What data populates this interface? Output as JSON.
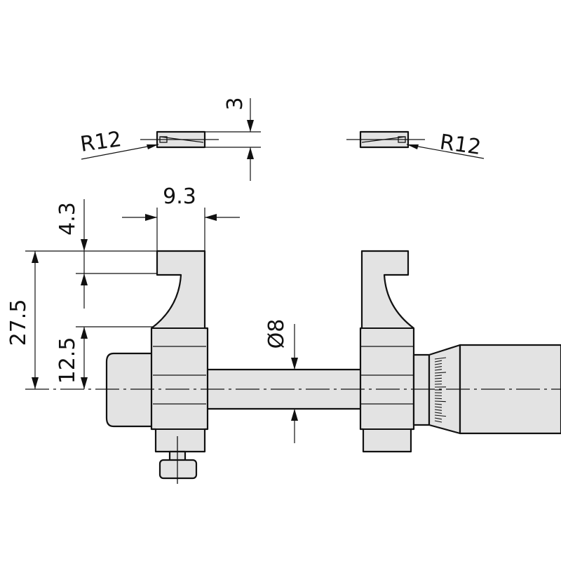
{
  "dimensions": {
    "tip_thickness": "3",
    "radius_left": "R12",
    "radius_right": "R12",
    "jaw_width": "9.3",
    "jaw_tip_height": "4.3",
    "total_height": "27.5",
    "axis_height": "12.5",
    "rod_diameter": "Ø8"
  }
}
